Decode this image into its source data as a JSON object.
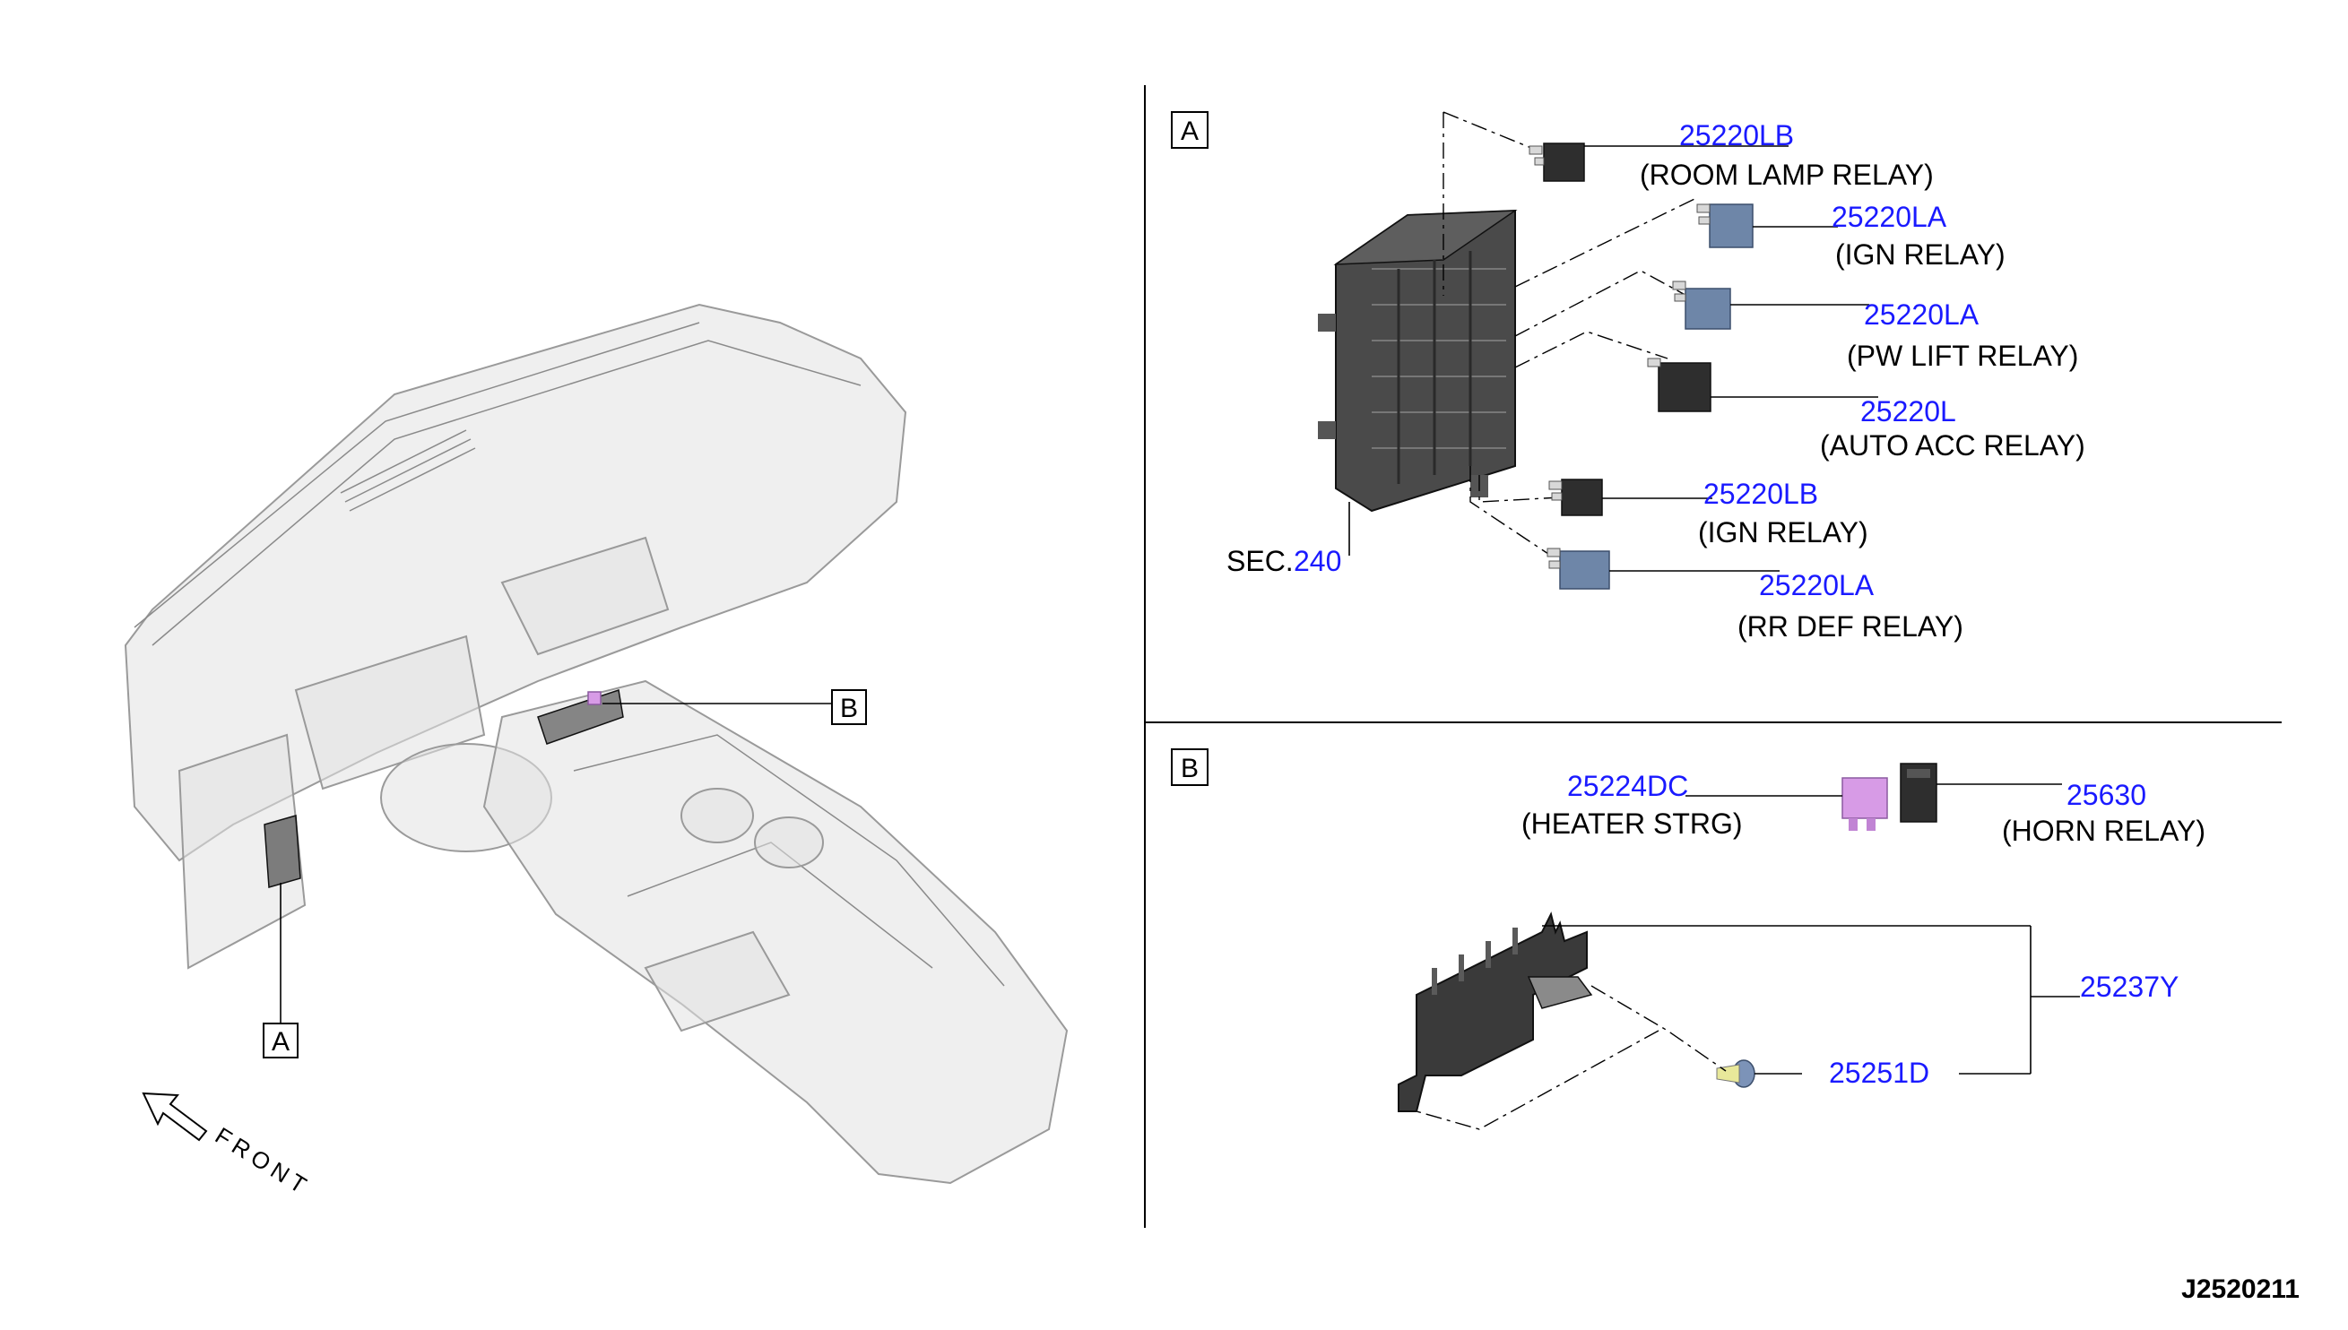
{
  "callouts": {
    "overview_a": "A",
    "overview_b": "B",
    "panel_a": "A",
    "panel_b": "B"
  },
  "front_label": "FRONT",
  "drawing_number": "J2520211",
  "sec_ref": {
    "prefix": "SEC.",
    "number": "240"
  },
  "panel_a_parts": [
    {
      "part_no": "25220LB",
      "description": "(ROOM LAMP RELAY)"
    },
    {
      "part_no": "25220LA",
      "description": "(IGN RELAY)"
    },
    {
      "part_no": "25220LA",
      "description": "(PW LIFT RELAY)"
    },
    {
      "part_no": "25220L",
      "description": "(AUTO ACC RELAY)"
    },
    {
      "part_no": "25220LB",
      "description": "(IGN RELAY)"
    },
    {
      "part_no": "25220LA",
      "description": "(RR DEF RELAY)"
    }
  ],
  "panel_b_parts": [
    {
      "part_no": "25224DC",
      "description": "(HEATER STRG)"
    },
    {
      "part_no": "25630",
      "description": "(HORN RELAY)"
    },
    {
      "part_no": "25237Y",
      "description": ""
    },
    {
      "part_no": "25251D",
      "description": ""
    }
  ],
  "colors": {
    "part_number": "#1a1aff",
    "text": "#000000",
    "relay_dark": "#2e2e2e",
    "relay_blue": "#6e86a8",
    "relay_pink": "#d79be6"
  }
}
